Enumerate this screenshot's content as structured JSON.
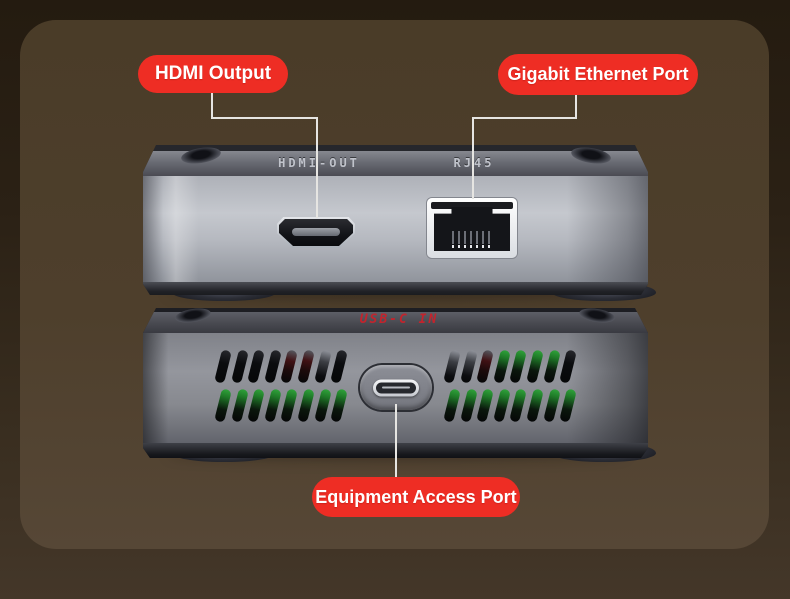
{
  "callouts": {
    "hdmi_output": "HDMI Output",
    "gigabit_ethernet": "Gigabit Ethernet Port",
    "equipment_access": "Equipment Access Port"
  },
  "device_top": {
    "hdmi_port_label": "HDMI-OUT",
    "rj45_port_label": "RJ45"
  },
  "device_bottom": {
    "usbc_port_label": "USB-C IN",
    "vents": {
      "left_top": [
        "off",
        "off",
        "off",
        "off",
        "red",
        "red",
        "dim",
        "off"
      ],
      "left_bottom": [
        "green",
        "green",
        "green",
        "green",
        "green",
        "green",
        "green",
        "green"
      ],
      "right_top": [
        "dim",
        "dim",
        "red",
        "green",
        "green",
        "green",
        "green",
        "off"
      ],
      "right_bottom": [
        "green",
        "green",
        "green",
        "green",
        "green",
        "green",
        "green",
        "green"
      ]
    }
  },
  "colors": {
    "callout_bg": "#ee2d24",
    "callout_text": "#ffffff",
    "usbc_label": "#c2242d",
    "engraved_label": "#c0c3cb",
    "leader_line": "#e6e5e2",
    "led_green": "#2fa23a",
    "led_red": "#401114",
    "panel_bg_top": "#4a3c28",
    "panel_bg_bottom": "#564736"
  }
}
